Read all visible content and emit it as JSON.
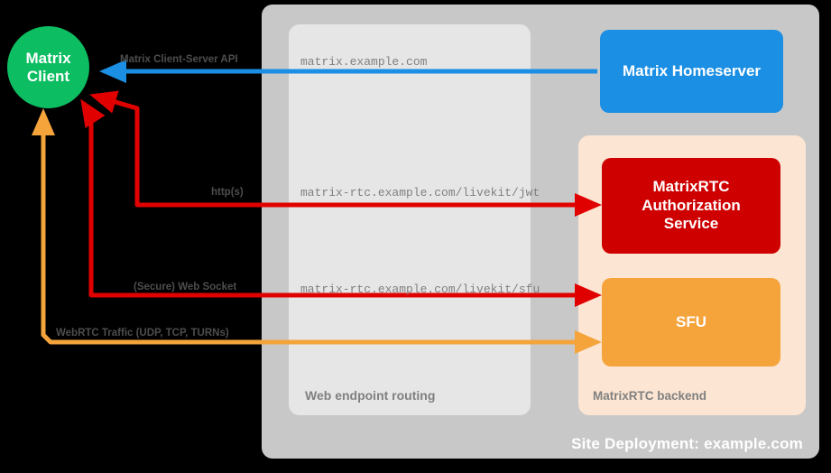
{
  "diagram": {
    "title": "MatrixRTC deployment topology",
    "site": {
      "label": "Site Deployment: example.com",
      "color": "#c8c8c8"
    },
    "web_routing": {
      "label": "Web endpoint routing",
      "color": "#e6e6e6"
    },
    "rtc_backend": {
      "label": "MatrixRTC backend",
      "color": "#fce5d2"
    },
    "nodes": {
      "client": {
        "line1": "Matrix",
        "line2": "Client",
        "color": "#0dbd61"
      },
      "homeserver": {
        "label": "Matrix Homeserver",
        "color": "#1b8fe3"
      },
      "auth_service": {
        "line1": "MatrixRTC",
        "line2": "Authorization",
        "line3": "Service",
        "color": "#ce0000"
      },
      "sfu": {
        "label": "SFU",
        "color": "#f5a43c"
      }
    },
    "flows": [
      {
        "protocol": "Matrix Client-Server API",
        "endpoint": "matrix.example.com",
        "color": "#1b8fe3"
      },
      {
        "protocol": "http(s)",
        "endpoint": "matrix-rtc.example.com/livekit/jwt",
        "color": "#e00000"
      },
      {
        "protocol": "(Secure) Web Socket",
        "endpoint": "matrix-rtc.example.com/livekit/sfu",
        "color": "#e00000"
      },
      {
        "protocol": "WebRTC Traffic (UDP, TCP, TURNs)",
        "endpoint": "",
        "color": "#f5a43c"
      }
    ]
  }
}
